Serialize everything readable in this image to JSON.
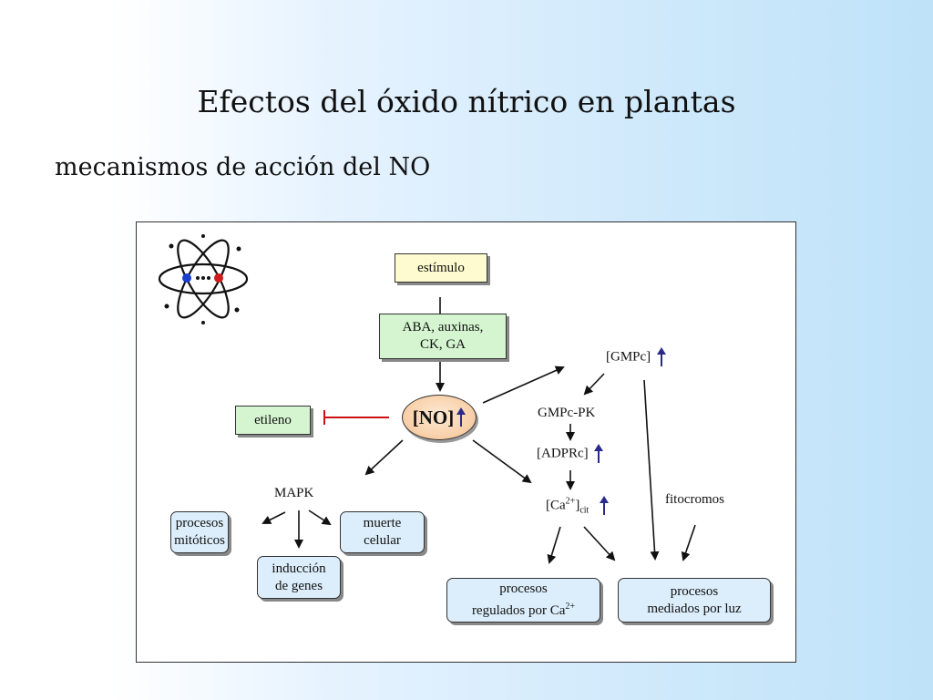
{
  "slide": {
    "title": "Efectos del óxido nítrico en plantas",
    "subtitle": "mecanismos de acción del NO"
  },
  "diagram": {
    "stimulus": "estímulo",
    "hormones": [
      "ABA, auxinas,",
      "CK, GA"
    ],
    "no": "[NO]",
    "ethylene": "etileno",
    "gmpc": "[GMPc]",
    "gmpc_pk": "GMPc-PK",
    "adprc": "[ADPRc]",
    "ca_main": "[Ca",
    "ca_sup": "2+",
    "ca_close": "]",
    "ca_sub": "cit",
    "phytochromes": "fitocromos",
    "mapk": "MAPK",
    "mitotic": [
      "procesos",
      "mitóticos"
    ],
    "cell_death": [
      "muerte",
      "celular"
    ],
    "gene_induction": [
      "inducción",
      "de genes"
    ],
    "ca_regulated": [
      "procesos",
      "regulados por Ca",
      "2+"
    ],
    "light_mediated": [
      "procesos",
      "mediados por luz"
    ]
  },
  "colors": {
    "arrow": "#111111",
    "inhibit": "#cc1111",
    "up_arrow": "#2a2a8a",
    "green_box": "#d5f5d0",
    "yellow_box": "#fdfbcf",
    "blue_box": "#dceefb"
  }
}
